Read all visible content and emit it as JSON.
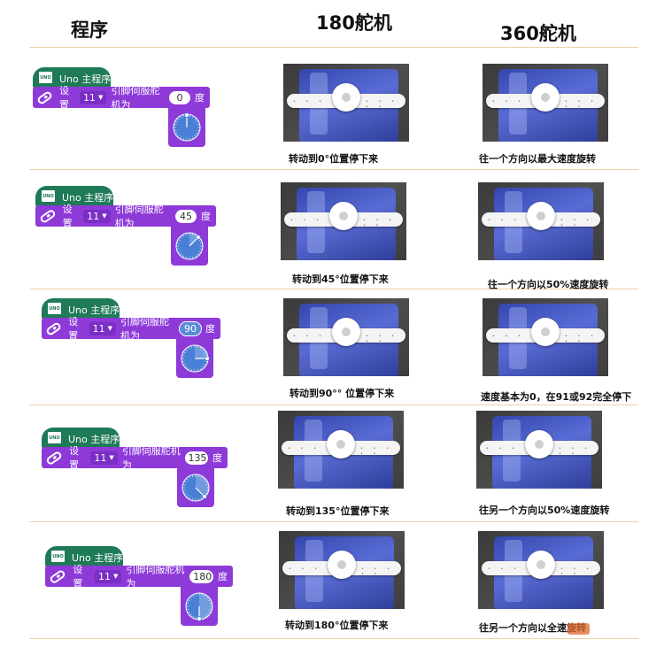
{
  "headers": {
    "program": "程序",
    "servo180": "180舵机",
    "servo360": "360舵机"
  },
  "block": {
    "hat_label": "Uno 主程序",
    "hat_icon": "UNO",
    "set": "设置",
    "pin": "11",
    "pin_caret": "▼",
    "pin_text": "引脚伺服舵机为",
    "deg": "度"
  },
  "rows": [
    {
      "angle": 0,
      "angle_label": "0",
      "cap180": "转动到0°位置停下来",
      "cap360": "往一个方向以最大速度旋转"
    },
    {
      "angle": 45,
      "angle_label": "45",
      "cap180": "转动到45°位置停下来",
      "cap360": "往一个方向以50%速度旋转"
    },
    {
      "angle": 90,
      "angle_label": "90",
      "cap180": "转动到90°° 位置停下来",
      "cap360": "速度基本为0，在91或92完全停下"
    },
    {
      "angle": 135,
      "angle_label": "135",
      "cap180": "转动到135°位置停下来",
      "cap360": "往另一个方向以50%速度旋转"
    },
    {
      "angle": 180,
      "angle_label": "180",
      "cap180": "转动到180°位置停下来",
      "cap360": "往另一个方向以全速旋转"
    }
  ],
  "colors": {
    "hat": "#1f7a58",
    "command": "#8e3ad9",
    "dial": "#4a7fd6",
    "divider": "#f2cfa6"
  }
}
